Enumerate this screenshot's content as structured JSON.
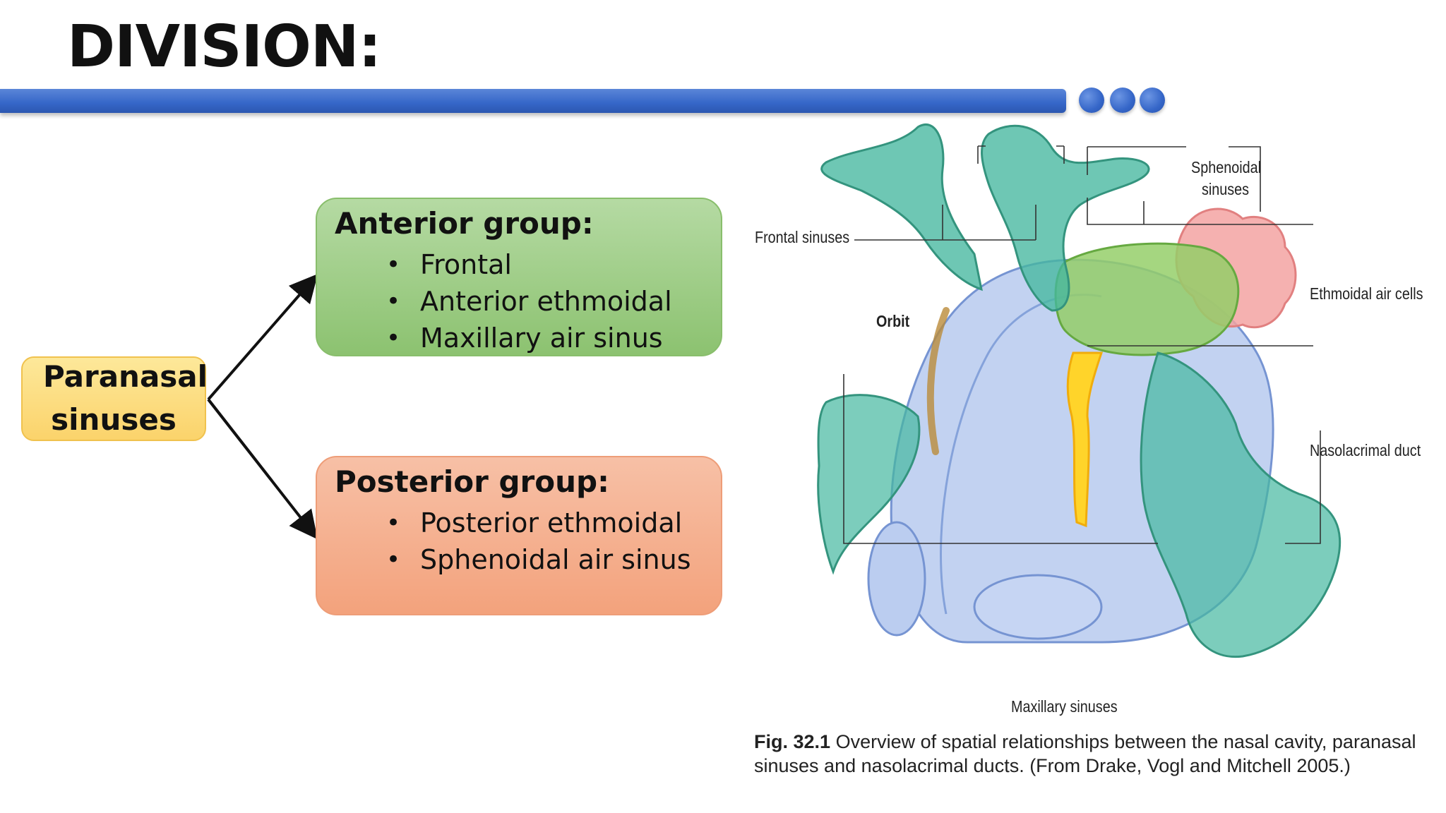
{
  "slide": {
    "title": "DIVISION:"
  },
  "diagram": {
    "root": "Paranasal sinuses",
    "groups": [
      {
        "title": "Anterior group:",
        "items": [
          "Frontal",
          "Anterior ethmoidal",
          "Maxillary air sinus"
        ]
      },
      {
        "title": "Posterior group:",
        "items": [
          "Posterior ethmoidal",
          "Sphenoidal air sinus"
        ]
      }
    ]
  },
  "figure": {
    "labels": {
      "frontal": "Frontal sinuses",
      "sphenoidal_line1": "Sphenoidal",
      "sphenoidal_line2": "sinuses",
      "ethmoidal": "Ethmoidal air cells",
      "orbit": "Orbit",
      "nasolacrimal": "Nasolacrimal duct",
      "maxillary": "Maxillary sinuses"
    },
    "caption_number": "Fig. 32.1",
    "caption_text": "Overview of spatial relationships between the nasal cavity, paranasal sinuses and nasolacrimal ducts. (From Drake, Vogl and Mitchell 2005.)"
  },
  "colors": {
    "accent_bar": "#3566c8",
    "root_box": "#fbd36b",
    "anterior_box": "#8cc270",
    "posterior_box": "#f3a27c"
  }
}
